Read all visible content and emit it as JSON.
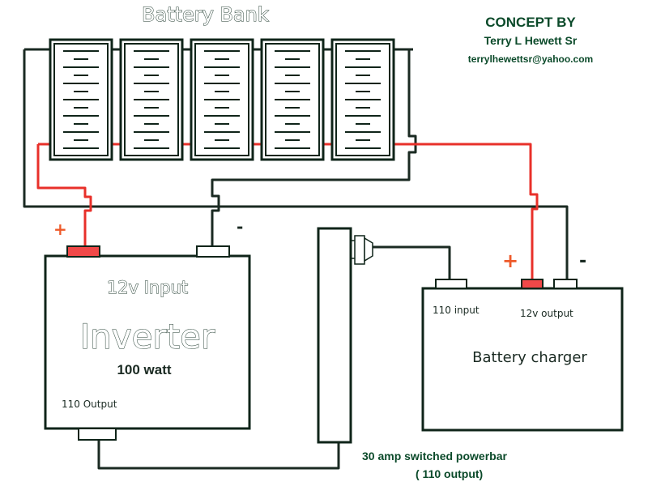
{
  "title": "Battery Bank",
  "credit": {
    "heading": "CONCEPT BY",
    "name": "Terry L Hewett Sr",
    "email": "terrylhewettsr@yahoo.com"
  },
  "inverter": {
    "input_label": "12v Input",
    "name": "Inverter",
    "rating": "100 watt",
    "output_label": "110 Output",
    "plus": "+",
    "minus": "-"
  },
  "charger": {
    "name": "Battery charger",
    "input_label": "110 input",
    "output_label": "12v output",
    "plus": "+",
    "minus": "-"
  },
  "powerbar": {
    "label": "30 amp switched powerbar",
    "sublabel": "( 110 output)"
  },
  "colors": {
    "positive_wire": "#e8302a",
    "negative_wire": "#1a2a22",
    "outline": "#0f2419",
    "terminal_red": "#f04848"
  },
  "battery_count": 5
}
